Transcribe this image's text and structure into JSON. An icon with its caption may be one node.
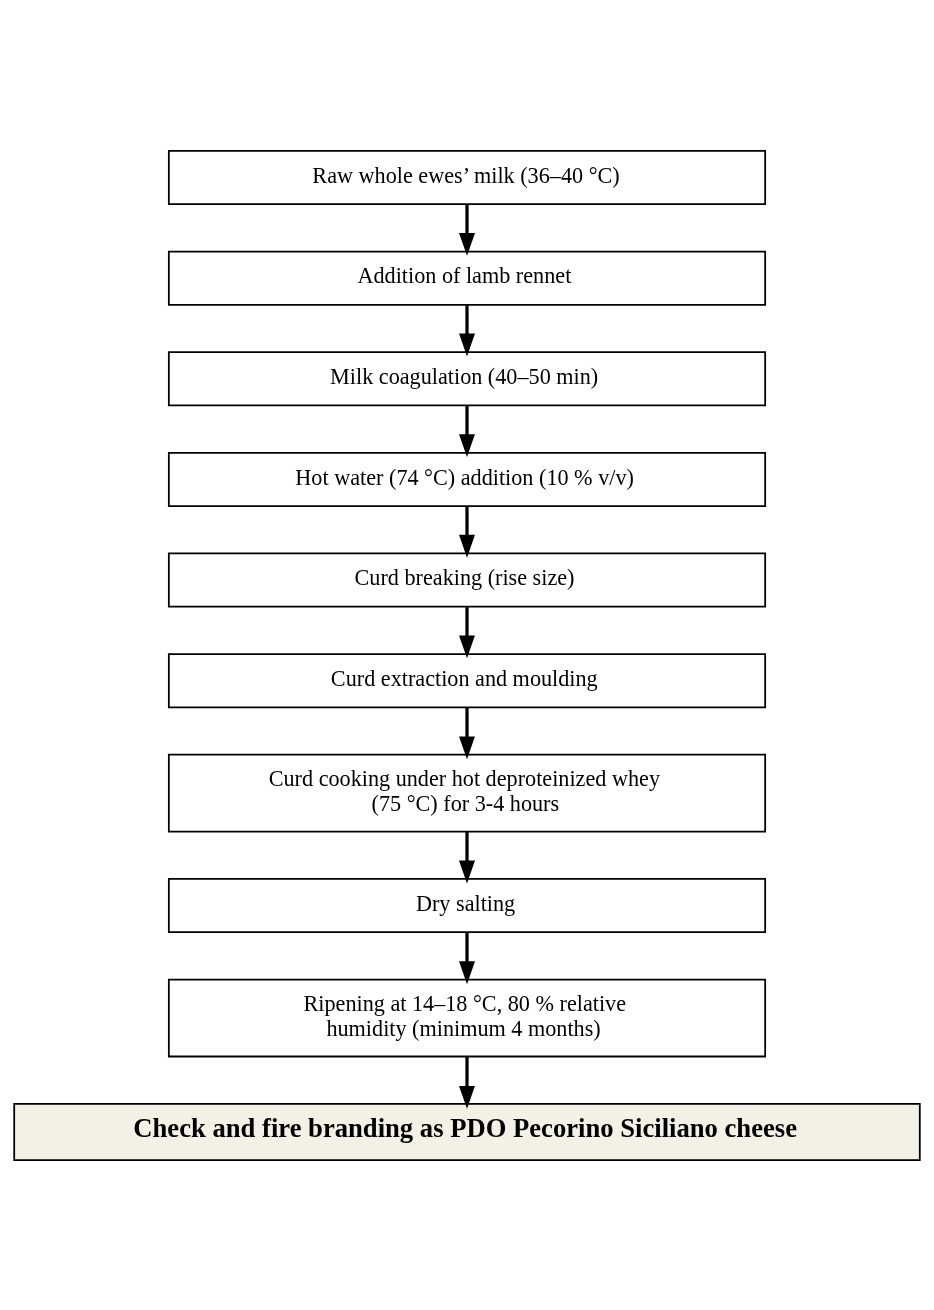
{
  "diagram": {
    "nodes": [
      {
        "text": [
          "Raw whole ewes’ milk (36–40 °C)"
        ]
      },
      {
        "text": [
          "Addition of lamb rennet"
        ]
      },
      {
        "text": [
          "Milk coagulation (40–50 min)"
        ]
      },
      {
        "text": [
          "Hot water (74 °C) addition (10 % v/v)"
        ]
      },
      {
        "text": [
          "Curd breaking (rise size)"
        ]
      },
      {
        "text": [
          "Curd extraction and moulding"
        ]
      },
      {
        "text": [
          "Curd cooking under hot deproteinized whey (75 °C) for 3-4 hours"
        ]
      },
      {
        "text": [
          "Dry salting"
        ]
      },
      {
        "text": [
          "Ripening at 14–18 °C, 80 % relative humidity (minimum 4 months)"
        ]
      },
      {
        "text": [
          "Check and fire branding as PDO Pecorino Siciliano cheese"
        ]
      }
    ],
    "edges": [
      {
        "from": 0,
        "to": 1,
        "arrow": "to"
      },
      {
        "from": 1,
        "to": 2,
        "arrow": "to"
      },
      {
        "from": 2,
        "to": 3,
        "arrow": "to"
      },
      {
        "from": 3,
        "to": 4,
        "arrow": "to"
      },
      {
        "from": 4,
        "to": 5,
        "arrow": "to"
      },
      {
        "from": 5,
        "to": 6,
        "arrow": "to"
      },
      {
        "from": 6,
        "to": 7,
        "arrow": "to"
      },
      {
        "from": 7,
        "to": 8,
        "arrow": "to"
      },
      {
        "from": 8,
        "to": 9,
        "arrow": "to"
      }
    ]
  }
}
